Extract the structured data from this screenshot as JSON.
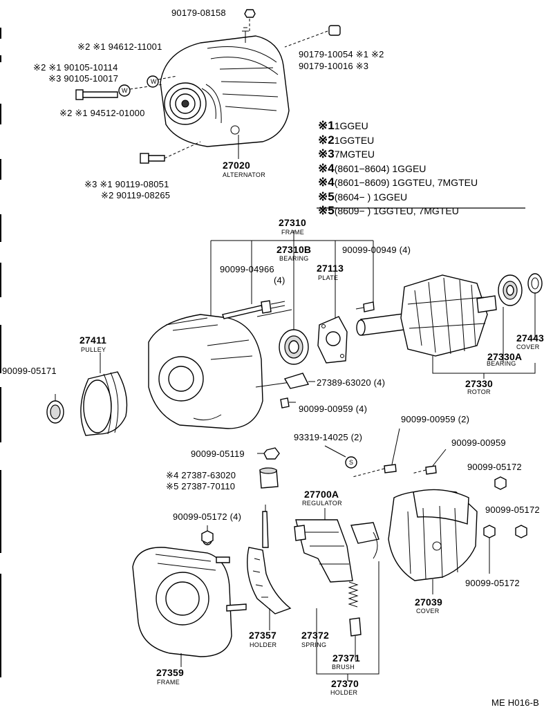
{
  "labels": {
    "p90179_08158": "90179-08158",
    "p94612_11001": "※2 ※1 94612-11001",
    "p90105_10114": "※2 ※1 90105-10114",
    "p90105_10017": "※3 90105-10017",
    "p94512_01000": "※2 ※1 94512-01000",
    "p90179_10054": "90179-10054 ※1 ※2",
    "p90179_10016": "90179-10016 ※3",
    "p27020": "27020",
    "p27020_sub": "ALTERNATOR",
    "p90119_08051": "※3 ※1 90119-08051",
    "p90119_08265": "※2 90119-08265",
    "p27310": "27310",
    "p27310_sub": "FRAME",
    "p27310B": "27310B",
    "p27310B_sub": "BEARING",
    "p90099_00949": "90099-00949 (4)",
    "p90099_04966": "90099-04966",
    "p90099_04966_qty": "(4)",
    "p27113": "27113",
    "p27113_sub": "PLATE",
    "p27411": "27411",
    "p27411_sub": "PULLEY",
    "p90099_05171": "90099-05171",
    "p27443": "27443",
    "p27443_sub": "COVER",
    "p27330A": "27330A",
    "p27330A_sub": "BEARING",
    "p27330": "27330",
    "p27330_sub": "ROTOR",
    "p27389_63020": "27389-63020 (4)",
    "p90099_00959_4": "90099-00959 (4)",
    "p90099_00959_2": "90099-00959 (2)",
    "p93319_14025": "93319-14025 (2)",
    "p90099_00959": "90099-00959",
    "p90099_05119": "90099-05119",
    "p90099_05172_a": "90099-05172",
    "p27387_63020": "※4 27387-63020",
    "p27387_70110": "※5 27387-70110",
    "p27700A": "27700A",
    "p27700A_sub": "REGULATOR",
    "p90099_05172_b": "90099-05172",
    "p90099_05172_4": "90099-05172 (4)",
    "p90099_05172_c": "90099-05172",
    "p27039": "27039",
    "p27039_sub": "COVER",
    "p27357": "27357",
    "p27357_sub": "HOLDER",
    "p27372": "27372",
    "p27372_sub": "SPRING",
    "p27371": "27371",
    "p27371_sub": "BRUSH",
    "p27359": "27359",
    "p27359_sub": "FRAME",
    "p27370": "27370",
    "p27370_sub": "HOLDER",
    "ref_code": "ME H016-B",
    "s_marker": "S",
    "w_marker": "W"
  },
  "legend": [
    {
      "key": "※1",
      "text": "1GGEU"
    },
    {
      "key": "※2",
      "text": "1GGTEU"
    },
    {
      "key": "※3",
      "text": "7MGTEU"
    },
    {
      "key": "※4",
      "text": "(8601−8604)  1GGEU"
    },
    {
      "key": "※4",
      "text": "(8601−8609)  1GGTEU,  7MGTEU"
    },
    {
      "key": "※5",
      "text": "(8604−          )  1GGEU"
    },
    {
      "key": "※5",
      "text": "(8609−          )  1GGTEU,  7MGTEU"
    }
  ]
}
